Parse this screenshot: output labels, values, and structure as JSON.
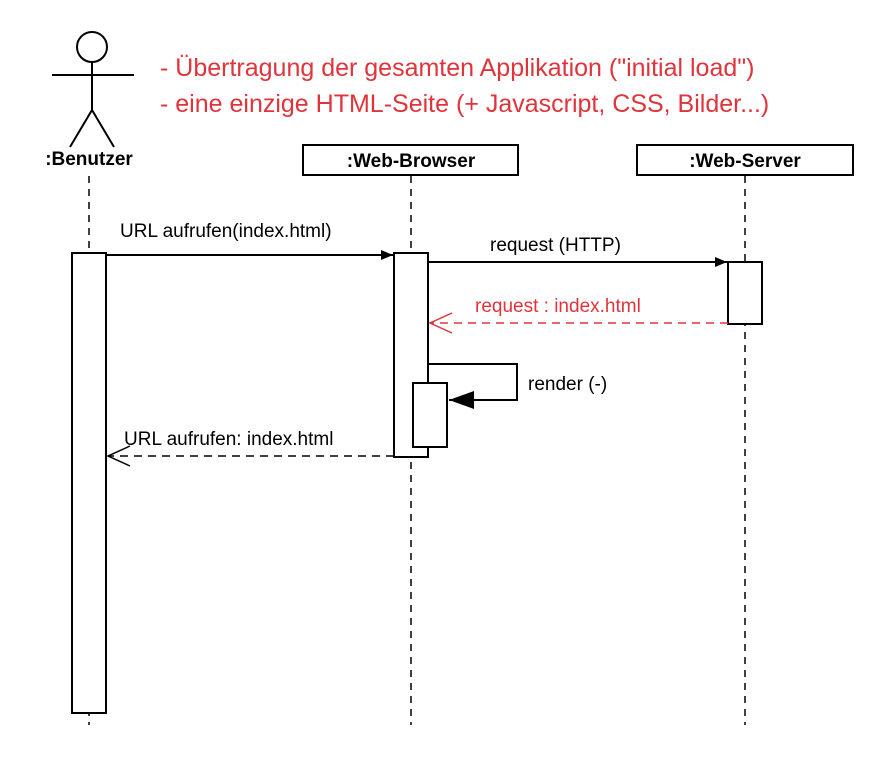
{
  "colors": {
    "accent": "#e0343c",
    "line": "#000000",
    "background": "#ffffff"
  },
  "notes": [
    "- Übertragung der gesamten Applikation (\"initial load\")",
    "- eine einzige HTML-Seite (+ Javascript, CSS, Bilder...)"
  ],
  "participants": {
    "user": {
      "label": ":Benutzer",
      "icon": "stick-figure-actor-icon"
    },
    "browser": {
      "label": ":Web-Browser"
    },
    "server": {
      "label": ":Web-Server"
    }
  },
  "messages": {
    "url_call": "URL aufrufen(index.html)",
    "request": "request (HTTP)",
    "request_return": "request : index.html",
    "render": "render (-)",
    "url_return": "URL aufrufen: index.html"
  }
}
